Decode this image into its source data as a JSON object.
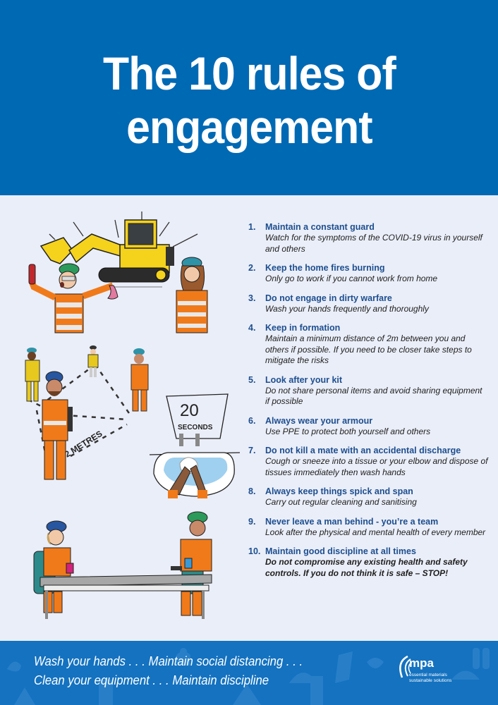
{
  "header": {
    "title_line1": "The 10 rules of",
    "title_line2": "engagement",
    "background_color": "#0069b4"
  },
  "rules": [
    {
      "number": "1.",
      "title": "Maintain a constant guard",
      "description": "Watch for the symptoms of the COVID-19 virus in yourself and others"
    },
    {
      "number": "2.",
      "title": "Keep the home fires burning",
      "description": "Only go to work if you cannot work from home"
    },
    {
      "number": "3.",
      "title": "Do not engage in dirty warfare",
      "description": "Wash your hands frequently and thoroughly"
    },
    {
      "number": "4.",
      "title": "Keep in formation",
      "description": "Maintain a minimum distance of 2m between you and others if possible. If you need to be closer take steps to mitigate the risks"
    },
    {
      "number": "5.",
      "title": "Look after your kit",
      "description": "Do not share personal items and avoid sharing equipment if possible"
    },
    {
      "number": "6.",
      "title": "Always wear your armour",
      "description": "Use PPE to protect both yourself and others"
    },
    {
      "number": "7.",
      "title": "Do not kill a mate with an accidental discharge",
      "description": "Cough or sneeze into a tissue or your elbow and dispose of tissues immediately then wash hands"
    },
    {
      "number": "8.",
      "title": "Always keep things spick and span",
      "description": "Carry out regular cleaning and sanitising"
    },
    {
      "number": "9.",
      "title": "Never leave a man behind - you’re a team",
      "description": "Look after the physical and mental health of every member"
    },
    {
      "number": "10.",
      "title": "Maintain good discipline at all times",
      "description": "Do not compromise any existing health and safety controls. If you do not think it is safe – STOP!"
    }
  ],
  "illustrations": {
    "distance_label": "2 METRES",
    "timer_number": "20",
    "timer_label": "SECONDS"
  },
  "footer": {
    "line1": "Wash your hands . . . Maintain social distancing . . .",
    "line2": "Clean your equipment . . . Maintain discipline",
    "logo": {
      "name": "mpa",
      "tagline1": "essential materials",
      "tagline2": "sustainable solutions"
    },
    "background_color": "#1472c0"
  },
  "colors": {
    "rule_title": "#1d4e8f",
    "page_background": "#eaeef8",
    "hi_vis_orange": "#f07a1a",
    "excavator_yellow": "#f5d21c"
  }
}
